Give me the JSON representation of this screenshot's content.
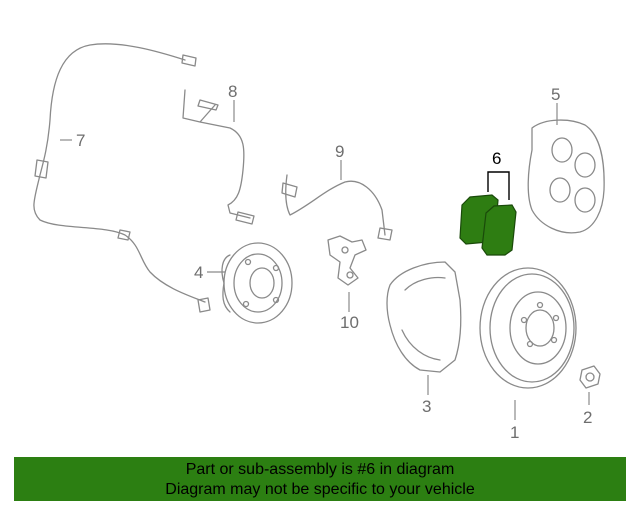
{
  "diagram": {
    "highlight_color": "#2e7d12",
    "callouts": [
      {
        "id": "c1",
        "text": "1"
      },
      {
        "id": "c2",
        "text": "2"
      },
      {
        "id": "c3",
        "text": "3"
      },
      {
        "id": "c4",
        "text": "4"
      },
      {
        "id": "c5",
        "text": "5"
      },
      {
        "id": "c6",
        "text": "6"
      },
      {
        "id": "c7",
        "text": "7"
      },
      {
        "id": "c8",
        "text": "8"
      },
      {
        "id": "c9",
        "text": "9"
      },
      {
        "id": "c10",
        "text": "10"
      }
    ]
  },
  "banner": {
    "line1": "Part or sub-assembly is #6 in diagram",
    "line2": "Diagram may not be specific to your vehicle",
    "background": "#2c7f12"
  }
}
